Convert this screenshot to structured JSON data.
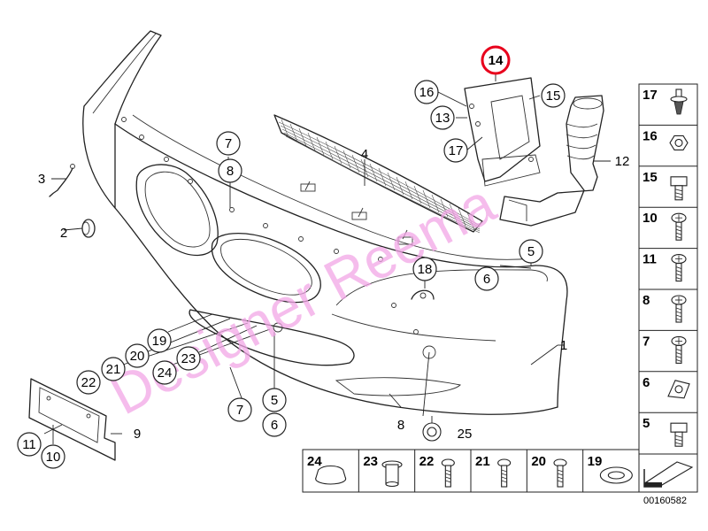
{
  "diagram": {
    "callouts": [
      {
        "label": "1"
      },
      {
        "label": "2"
      },
      {
        "label": "3"
      },
      {
        "label": "4"
      },
      {
        "label": "5"
      },
      {
        "label": "5"
      },
      {
        "label": "6"
      },
      {
        "label": "6"
      },
      {
        "label": "7"
      },
      {
        "label": "7"
      },
      {
        "label": "8"
      },
      {
        "label": "8"
      },
      {
        "label": "9"
      },
      {
        "label": "10"
      },
      {
        "label": "11"
      },
      {
        "label": "12"
      },
      {
        "label": "13"
      },
      {
        "label": "14"
      },
      {
        "label": "15"
      },
      {
        "label": "16"
      },
      {
        "label": "17"
      },
      {
        "label": "18"
      },
      {
        "label": "19"
      },
      {
        "label": "20"
      },
      {
        "label": "21"
      },
      {
        "label": "22"
      },
      {
        "label": "23"
      },
      {
        "label": "24"
      },
      {
        "label": "25"
      }
    ],
    "side_legend": [
      {
        "label": "17",
        "icon": "clip-pin-icon"
      },
      {
        "label": "16",
        "icon": "hex-nut-icon"
      },
      {
        "label": "15",
        "icon": "hex-bolt-icon"
      },
      {
        "label": "10",
        "icon": "self-tapping-screw-icon"
      },
      {
        "label": "11",
        "icon": "self-tapping-screw-icon"
      },
      {
        "label": "8",
        "icon": "flange-screw-icon"
      },
      {
        "label": "7",
        "icon": "self-tapping-screw-icon"
      },
      {
        "label": "6",
        "icon": "spring-nut-icon"
      },
      {
        "label": "5",
        "icon": "hex-bolt-icon"
      }
    ],
    "bottom_legend": [
      {
        "label": "24",
        "icon": "cap-plug-icon"
      },
      {
        "label": "23",
        "icon": "expanding-rivet-icon"
      },
      {
        "label": "22",
        "icon": "screw-icon"
      },
      {
        "label": "21",
        "icon": "flange-screw-icon"
      },
      {
        "label": "20",
        "icon": "self-tapping-screw-icon"
      },
      {
        "label": "19",
        "icon": "washer-ring-icon"
      }
    ],
    "highlight_color": "#e8001c",
    "watermark": "Designer Reema",
    "watermark_color": "#f2a6e6",
    "reference_code": "00160582",
    "bolt_label_highlighted": "14"
  }
}
